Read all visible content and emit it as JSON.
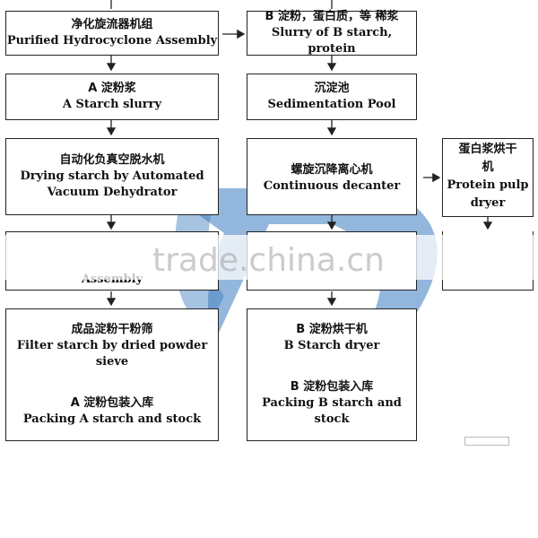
{
  "left_column": {
    "box1": {
      "zh": "净化旋流器机组",
      "en": "Purified Hydrocyclone Assembly"
    },
    "box2": {
      "zh": "A 淀粉浆",
      "en": "A Starch slurry"
    },
    "box3": {
      "zh": "自动化负真空脱水机",
      "en1": "Drying starch by Automated",
      "en2": "Vacuum Dehydrator"
    },
    "box4": {
      "en": "Assembly"
    },
    "box5": {
      "zh": "成品淀粉干粉筛",
      "en1": "Filter starch by dried powder",
      "en2": "sieve",
      "zh2": "A 淀粉包装入库",
      "en3": "Packing A starch and stock"
    }
  },
  "mid_column": {
    "box1": {
      "zh": "B 淀粉，蛋白质，等 稀浆",
      "en": "Slurry of B starch, protein"
    },
    "box2": {
      "zh": "沉淀池",
      "en": "Sedimentation Pool"
    },
    "box3": {
      "zh": "螺旋沉降离心机",
      "en": "Continuous decanter"
    },
    "box5": {
      "zh": "B 淀粉烘干机",
      "en": "B Starch dryer",
      "zh2": "B 淀粉包装入库",
      "en2": "Packing B starch and",
      "en3": "stock"
    }
  },
  "right_column": {
    "box1": {
      "zh1": "蛋白浆烘干",
      "zh2": "机",
      "en1": "Protein pulp",
      "en2": "dryer"
    }
  },
  "watermark": {
    "text": "trade.china.cn"
  },
  "colors": {
    "watermark": "#3b7bbf",
    "border": "#222222"
  }
}
